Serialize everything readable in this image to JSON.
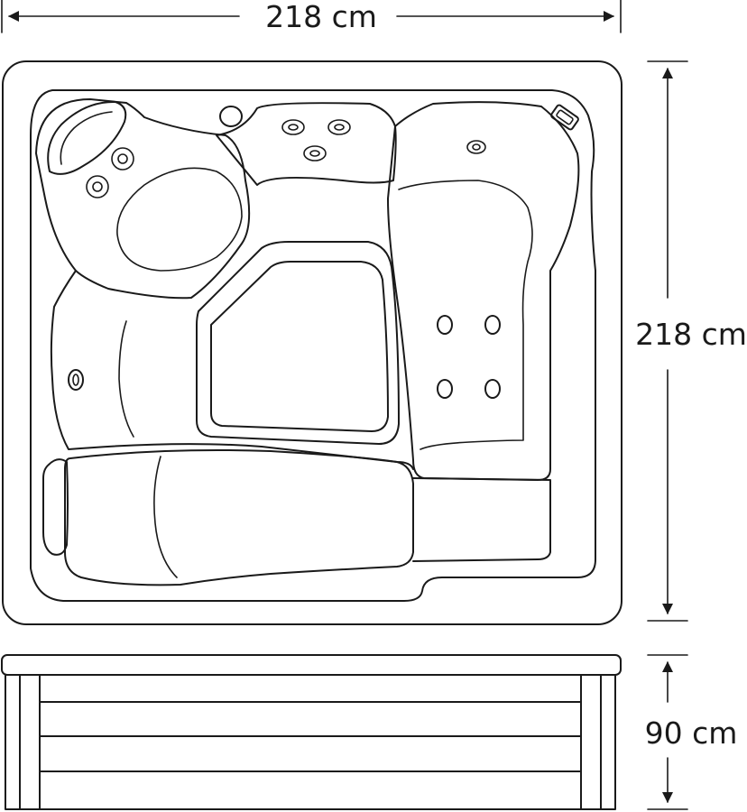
{
  "dimensions": {
    "width": "218 cm",
    "depth": "218 cm",
    "height": "90 cm"
  },
  "colors": {
    "stroke": "#1a1a1a",
    "background": "#ffffff"
  }
}
